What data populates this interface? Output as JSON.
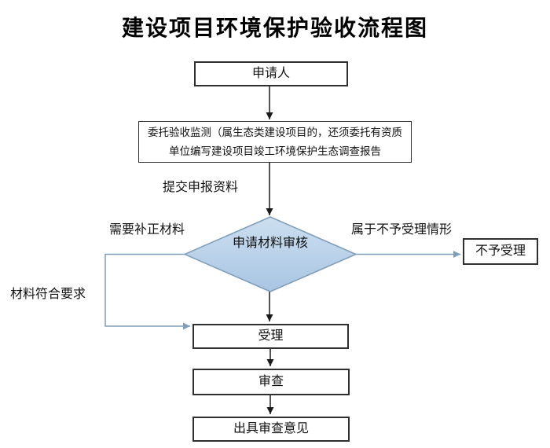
{
  "title": "建设项目环境保护验收流程图",
  "colors": {
    "background": "#ffffff",
    "text": "#111111",
    "box_border": "#2f2f2f",
    "black_connector": "#1a1a1a",
    "blue_connector": "#7f9db9",
    "diamond_border": "#7f9db9",
    "diamond_fill_top": "#cddff0",
    "diamond_fill_bottom": "#a8c5e2"
  },
  "nodes": {
    "applicant": {
      "label": "申请人"
    },
    "entrust": {
      "line1": "委托验收监测（属生态类建设项目的，还须委托有资质",
      "line2": "单位编写建设项目竣工环境保护生态调查报告"
    },
    "review": {
      "label": "申请材料审核"
    },
    "not_accepted": {
      "label": "不予受理"
    },
    "accept": {
      "label": "受理"
    },
    "examine": {
      "label": "审查"
    },
    "opinion": {
      "label": "出具审查意见"
    }
  },
  "edge_labels": {
    "submit": "提交申报资料",
    "need_correction": "需要补正材料",
    "not_accept_case": "属于不予受理情形",
    "materials_ok": "材料符合要求"
  }
}
